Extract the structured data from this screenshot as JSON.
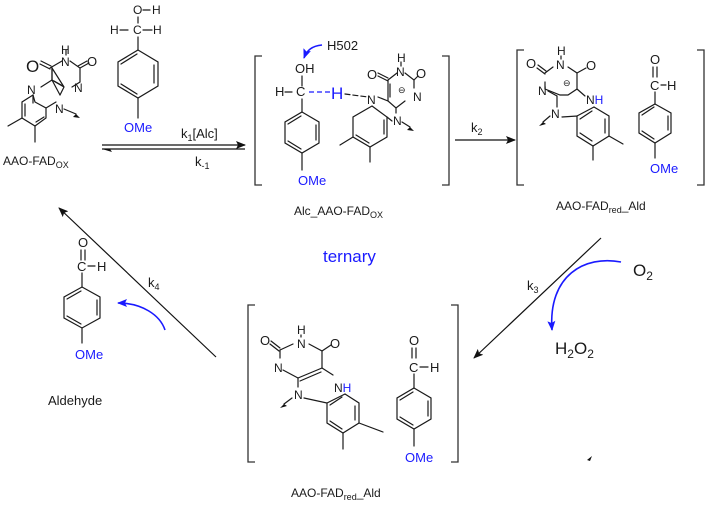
{
  "species": {
    "fad_ox": {
      "label_main": "AAO-FAD",
      "label_sub": "OX"
    },
    "alcohol": {
      "atoms": {
        "O": "O",
        "H_top": "H",
        "H_left": "H",
        "C": "C",
        "H_right": "H",
        "OMe": "OMe"
      }
    },
    "complex_ox": {
      "label_main": "Alc_AAO-FAD",
      "label_sub": "OX",
      "residue": "H502",
      "hydride": "H",
      "OH": "OH",
      "H_left": "H",
      "C": "C",
      "OMe": "OMe"
    },
    "complex_red_1": {
      "label_main": "AAO-FAD",
      "label_sub": "red",
      "label_tail": "_Ald",
      "NH_N": "N",
      "NH_H": "H",
      "OMe": "OMe"
    },
    "complex_red_2": {
      "label_main": "AAO-FAD",
      "label_sub": "red",
      "label_tail": "_Ald",
      "NH_N": "N",
      "NH_H": "H",
      "OMe": "OMe"
    },
    "aldehyde": {
      "label": "Aldehyde",
      "O": "O",
      "C": "C",
      "H": "H",
      "OMe": "OMe"
    }
  },
  "flavin_atoms": {
    "O": "O",
    "N": "N",
    "H": "H",
    "charge": "⊖"
  },
  "steps": {
    "k1": {
      "k": "k",
      "sub": "1",
      "tail": "[Alc]"
    },
    "k_1": {
      "k": "k",
      "sub": "-1"
    },
    "k2": {
      "k": "k",
      "sub": "2"
    },
    "k3": {
      "k": "k",
      "sub": "3"
    },
    "k4": {
      "k": "k",
      "sub": "4"
    }
  },
  "reagents": {
    "o2": {
      "main": "O",
      "sub": "2"
    },
    "h2o2": {
      "a": "H",
      "a_sub": "2",
      "b": "O",
      "b_sub": "2"
    }
  },
  "center_label": "ternary",
  "colors": {
    "accent": "#1a1aff",
    "ink": "#1a1a1a"
  }
}
